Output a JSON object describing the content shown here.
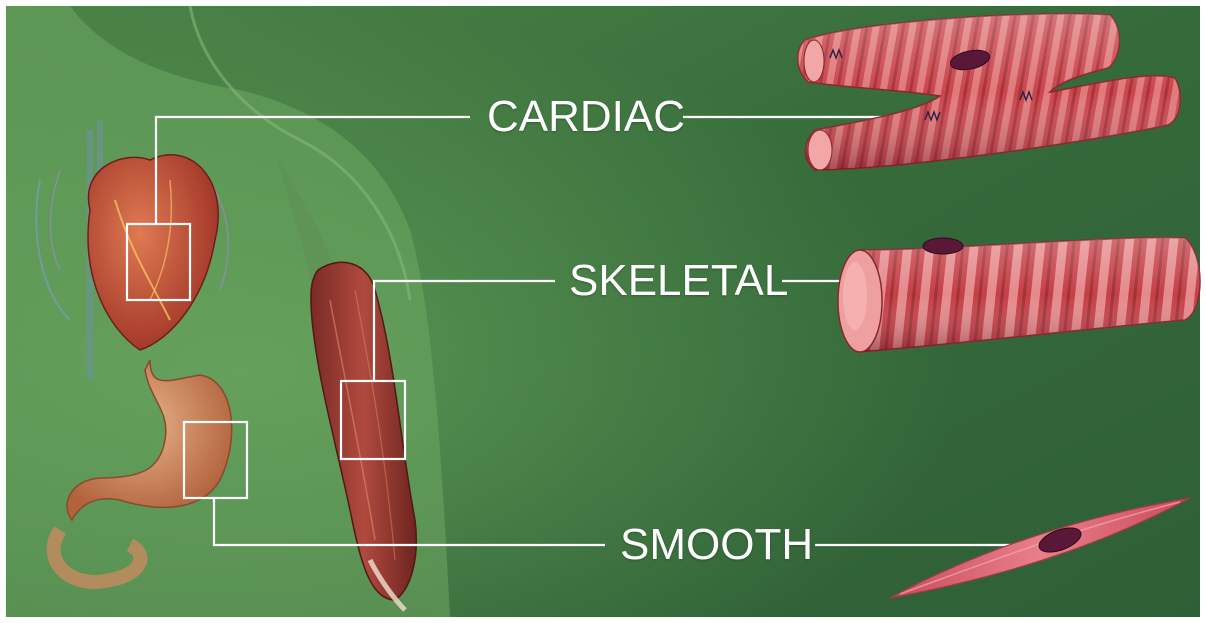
{
  "diagram": {
    "labels": {
      "cardiac": "CARDIAC",
      "skeletal": "SKELETAL",
      "smooth": "SMOOTH"
    }
  },
  "colors": {
    "background_light": "#5e9a52",
    "background_dark": "#2f5a33",
    "muscle_red": "#c84a4e",
    "muscle_light": "#e8888a",
    "nucleus": "#5a1a3a",
    "callout": "#ffffff"
  }
}
